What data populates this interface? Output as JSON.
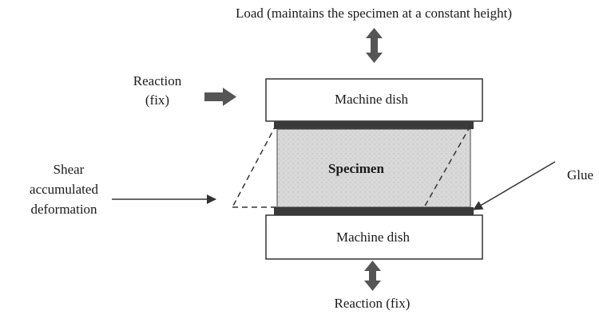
{
  "labels": {
    "load": "Load (maintains the specimen at a constant height)",
    "reaction_fix_left_line1": "Reaction",
    "reaction_fix_left_line2": "(fix)",
    "machine_dish_top": "Machine dish",
    "specimen": "Specimen",
    "glue": "Glue",
    "shear_line1": "Shear",
    "shear_line2": "accumulated",
    "shear_line3": "deformation",
    "machine_dish_bottom": "Machine dish",
    "reaction_fix_bottom": "Reaction (fix)"
  },
  "colors": {
    "dish_fill": "#ffffff",
    "dish_stroke": "#333333",
    "glue_band": "#3a3a3a",
    "specimen_fill": "#d6d6d6",
    "arrow_dark": "#555555",
    "line": "#333333"
  }
}
